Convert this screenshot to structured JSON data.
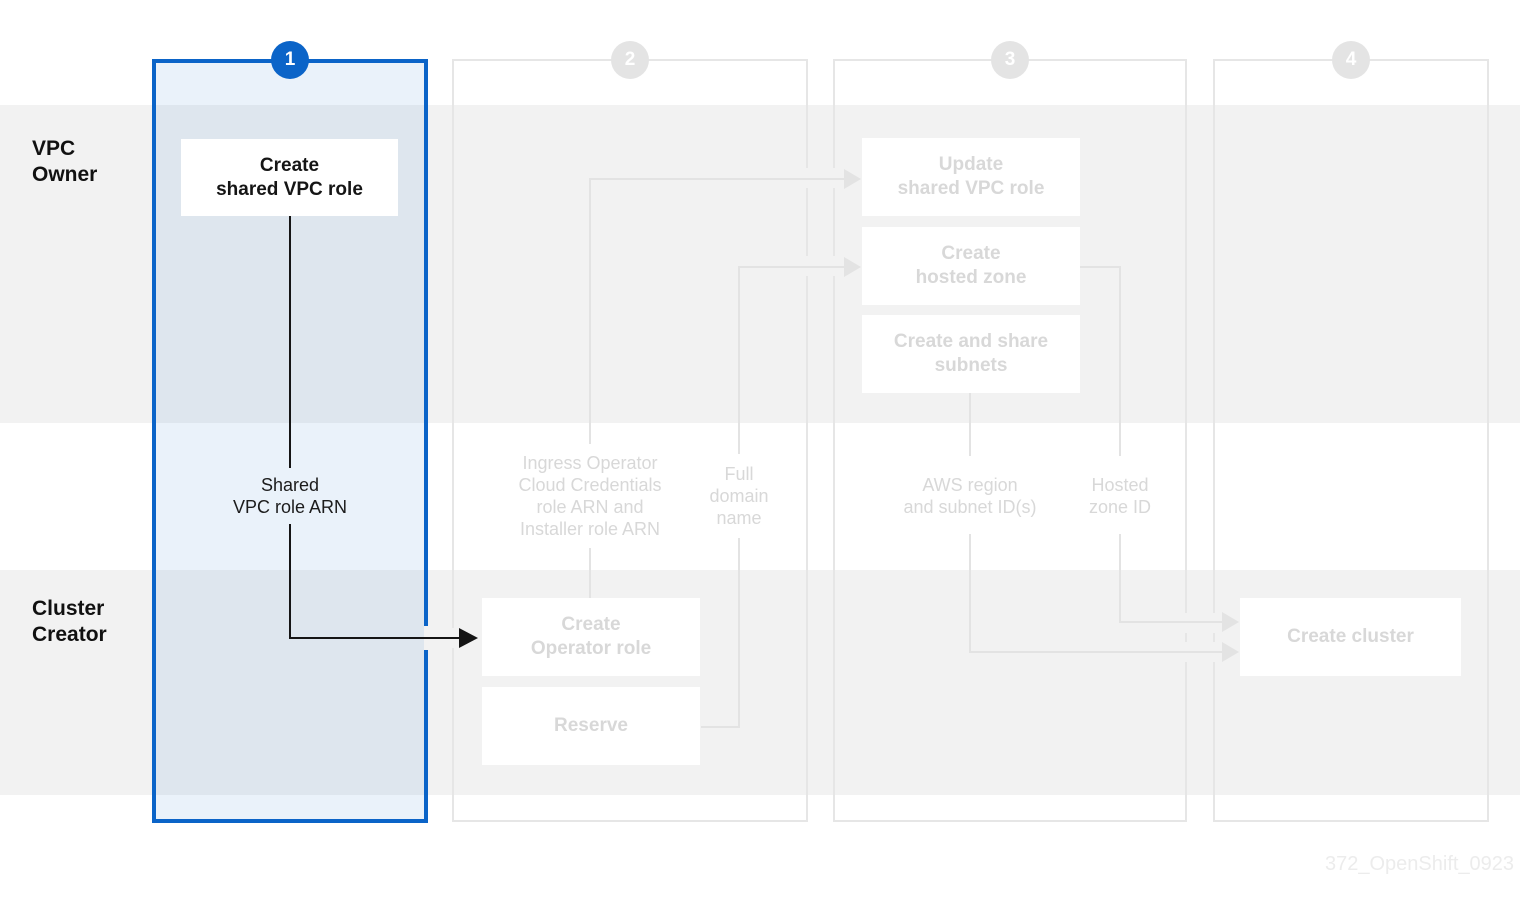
{
  "lanes": [
    {
      "id": "vpc-owner",
      "lines": [
        "VPC",
        "Owner"
      ]
    },
    {
      "id": "cluster-creator",
      "lines": [
        "Cluster",
        "Creator"
      ]
    }
  ],
  "steps": [
    {
      "label": "1",
      "state": "current"
    },
    {
      "label": "2",
      "state": "upcoming"
    },
    {
      "label": "3",
      "state": "upcoming"
    },
    {
      "label": "4",
      "state": "upcoming"
    }
  ],
  "boxes": [
    {
      "id": "create-shared-vpc-role",
      "lines": [
        "Create",
        "shared VPC role"
      ],
      "state": "active"
    },
    {
      "id": "update-shared-vpc-role",
      "lines": [
        "Update",
        "shared VPC role"
      ],
      "state": "upcoming"
    },
    {
      "id": "create-hosted-zone",
      "lines": [
        "Create",
        "hosted zone"
      ],
      "state": "upcoming"
    },
    {
      "id": "create-and-share-subnets",
      "lines": [
        "Create and share",
        "subnets"
      ],
      "state": "upcoming"
    },
    {
      "id": "create-operator-role",
      "lines": [
        "Create",
        "Operator role"
      ],
      "state": "upcoming"
    },
    {
      "id": "reserve",
      "lines": [
        "Reserve"
      ],
      "state": "upcoming"
    },
    {
      "id": "create-cluster",
      "lines": [
        "Create cluster"
      ],
      "state": "upcoming"
    }
  ],
  "edge_labels": [
    {
      "id": "shared-vpc-role-arn",
      "lines": [
        "Shared",
        "VPC role ARN"
      ],
      "state": "active"
    },
    {
      "id": "ingress-operator-arns",
      "lines": [
        "Ingress Operator",
        "Cloud Credentials",
        "role ARN and",
        "Installer role ARN"
      ],
      "state": "upcoming"
    },
    {
      "id": "full-domain-name",
      "lines": [
        "Full",
        "domain",
        "name"
      ],
      "state": "upcoming"
    },
    {
      "id": "aws-region-subnets",
      "lines": [
        "AWS region",
        "and subnet ID(s)"
      ],
      "state": "upcoming"
    },
    {
      "id": "hosted-zone-id",
      "lines": [
        "Hosted",
        "zone ID"
      ],
      "state": "upcoming"
    }
  ],
  "watermark": "372_OpenShift_0923",
  "colors": {
    "accent_blue": "#0b64c8",
    "lane_band_gray": "#f2f2f2",
    "muted_text": "#d8d8d8",
    "muted_line": "#e3e3e3",
    "column_border": "#e6e6e6",
    "active_text": "#151515"
  }
}
